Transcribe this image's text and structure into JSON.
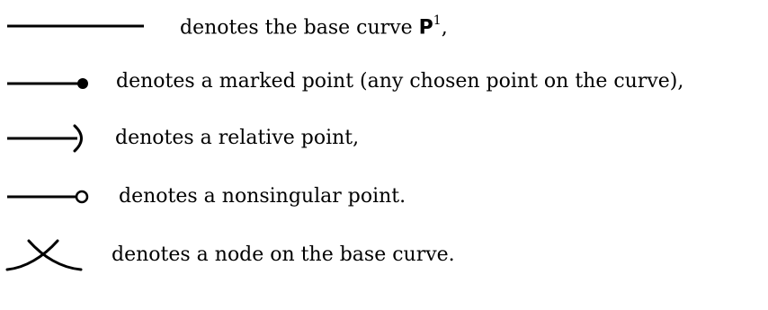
{
  "legend": {
    "items": [
      {
        "symbol": "base-curve-line-icon",
        "text_before": "denotes the base curve ",
        "math_symbol": "P",
        "math_superscript": "1",
        "text_after": ","
      },
      {
        "symbol": "marked-point-filled-dot-icon",
        "text": "denotes a marked point (any chosen point on the curve),"
      },
      {
        "symbol": "relative-point-arc-icon",
        "text": "denotes a relative point,"
      },
      {
        "symbol": "nonsingular-point-open-circle-icon",
        "text": "denotes a nonsingular point."
      },
      {
        "symbol": "node-crossing-icon",
        "text": "denotes a node on the base curve."
      }
    ]
  }
}
